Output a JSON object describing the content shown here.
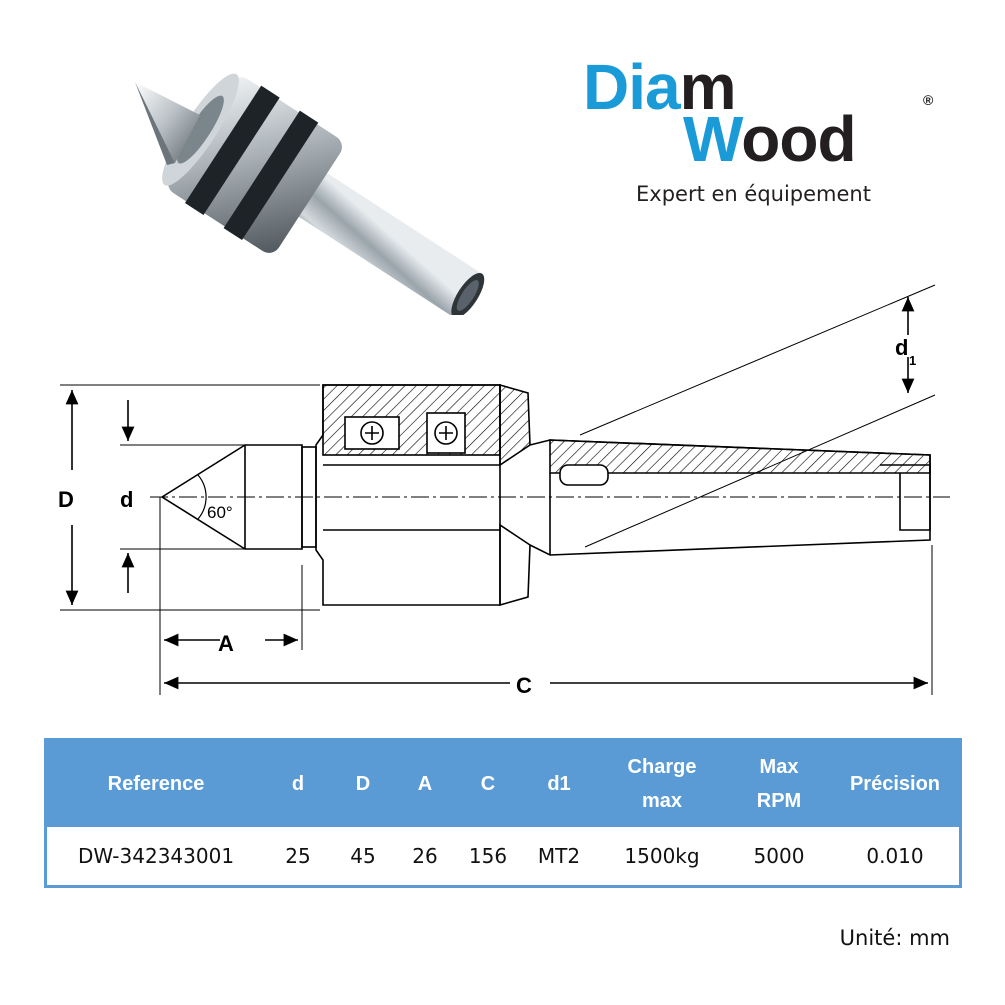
{
  "brand": {
    "logo_text": "DiamWood",
    "registered_mark": "®",
    "tagline": "Expert en équipement"
  },
  "drawing": {
    "dim_labels": {
      "d1": "d",
      "d1_subscript": "1",
      "D": "D",
      "d": "d",
      "angle": "60°",
      "A": "A",
      "C": "C"
    }
  },
  "table": {
    "headers": [
      [
        "Reference"
      ],
      [
        "d"
      ],
      [
        "D"
      ],
      [
        "A"
      ],
      [
        "C"
      ],
      [
        "d1"
      ],
      [
        "Charge",
        "max"
      ],
      [
        "Max",
        "RPM"
      ],
      [
        "Précision"
      ]
    ],
    "rows": [
      [
        "DW-342343001",
        "25",
        "45",
        "26",
        "156",
        "MT2",
        "1500kg",
        "5000",
        "0.010"
      ]
    ]
  },
  "unit_note": "Unité: mm",
  "colors": {
    "header_bg": "#5b9bd5",
    "logo_blue": "#1a9bd7",
    "logo_dark": "#231f20"
  }
}
